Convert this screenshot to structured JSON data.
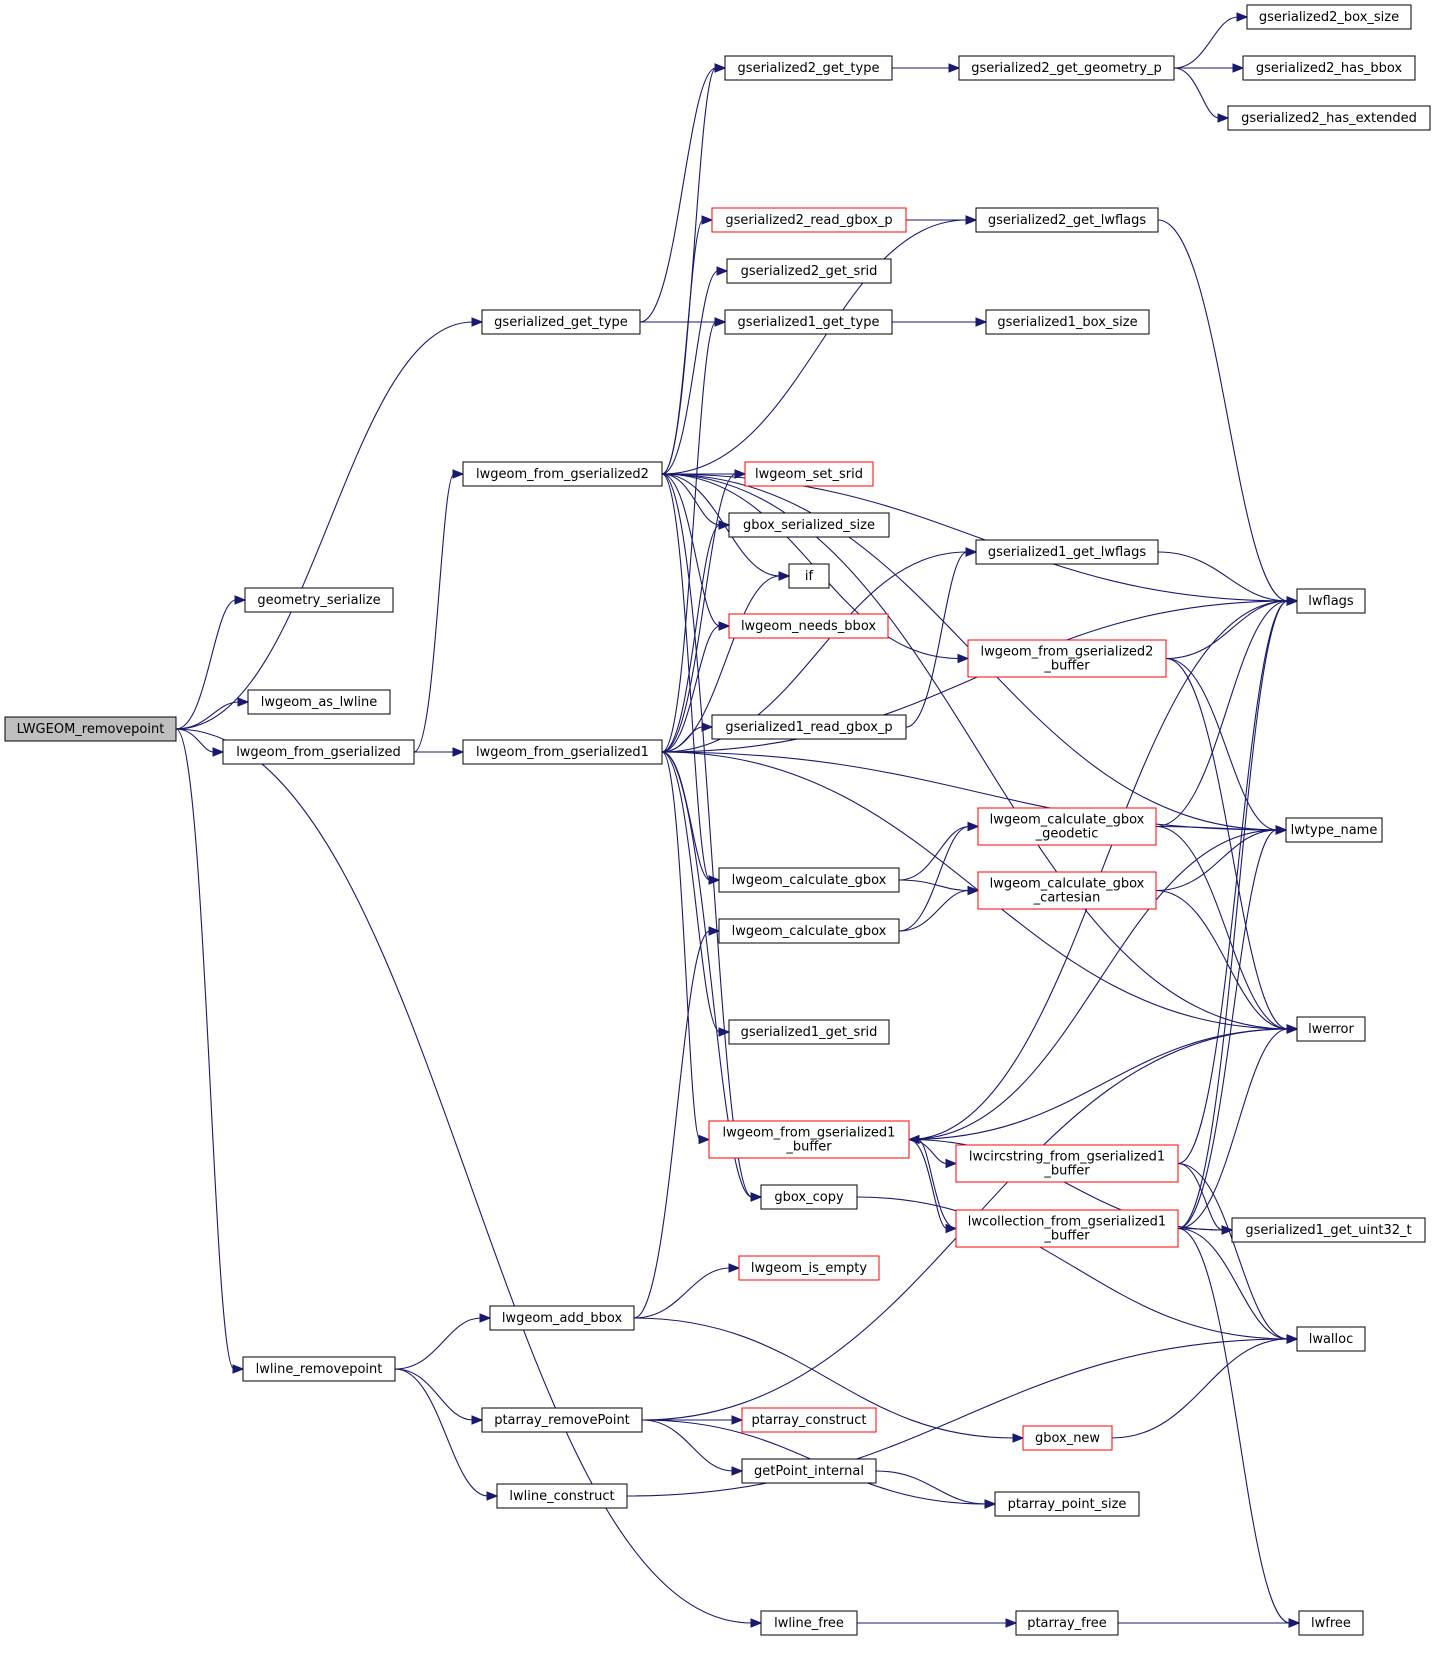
{
  "diagram": {
    "title": "",
    "colors": {
      "edge": "#191970",
      "node_border": "#000000",
      "truncated_border": "#ff0000",
      "root_fill": "#bfbfbf"
    },
    "nodes": {
      "LWGEOM_removepoint": {
        "lines": [
          "LWGEOM_removepoint"
        ],
        "style": "root"
      },
      "geometry_serialize": {
        "lines": [
          "geometry_serialize"
        ]
      },
      "lwgeom_as_lwline": {
        "lines": [
          "lwgeom_as_lwline"
        ]
      },
      "lwgeom_from_gserialized": {
        "lines": [
          "lwgeom_from_gserialized"
        ]
      },
      "lwline_removepoint": {
        "lines": [
          "lwline_removepoint"
        ]
      },
      "gserialized_get_type": {
        "lines": [
          "gserialized_get_type"
        ]
      },
      "lwgeom_from_gserialized2": {
        "lines": [
          "lwgeom_from_gserialized2"
        ]
      },
      "lwgeom_from_gserialized1": {
        "lines": [
          "lwgeom_from_gserialized1"
        ]
      },
      "lwgeom_add_bbox": {
        "lines": [
          "lwgeom_add_bbox"
        ]
      },
      "ptarray_removePoint": {
        "lines": [
          "ptarray_removePoint"
        ]
      },
      "lwline_construct": {
        "lines": [
          "lwline_construct"
        ]
      },
      "gserialized2_get_type": {
        "lines": [
          "gserialized2_get_type"
        ]
      },
      "gserialized2_read_gbox_p": {
        "lines": [
          "gserialized2_read_gbox_p"
        ],
        "style": "red"
      },
      "gserialized2_get_srid": {
        "lines": [
          "gserialized2_get_srid"
        ]
      },
      "gserialized1_get_type": {
        "lines": [
          "gserialized1_get_type"
        ]
      },
      "lwgeom_set_srid": {
        "lines": [
          "lwgeom_set_srid"
        ],
        "style": "red"
      },
      "gbox_serialized_size": {
        "lines": [
          "gbox_serialized_size"
        ]
      },
      "if": {
        "lines": [
          "if"
        ]
      },
      "lwgeom_needs_bbox": {
        "lines": [
          "lwgeom_needs_bbox"
        ],
        "style": "red"
      },
      "gserialized1_read_gbox_p": {
        "lines": [
          "gserialized1_read_gbox_p"
        ]
      },
      "lwgeom_calculate_gbox_a": {
        "lines": [
          "lwgeom_calculate_gbox"
        ]
      },
      "lwgeom_calculate_gbox_b": {
        "lines": [
          "lwgeom_calculate_gbox"
        ]
      },
      "gserialized1_get_srid": {
        "lines": [
          "gserialized1_get_srid"
        ]
      },
      "lwgeom_from_gserialized1_buffer": {
        "lines": [
          "lwgeom_from_gserialized1",
          "_buffer"
        ],
        "style": "red"
      },
      "gbox_copy": {
        "lines": [
          "gbox_copy"
        ]
      },
      "lwgeom_is_empty": {
        "lines": [
          "lwgeom_is_empty"
        ],
        "style": "red"
      },
      "ptarray_construct": {
        "lines": [
          "ptarray_construct"
        ],
        "style": "red"
      },
      "getPoint_internal": {
        "lines": [
          "getPoint_internal"
        ]
      },
      "lwline_free": {
        "lines": [
          "lwline_free"
        ]
      },
      "gserialized2_get_geometry_p": {
        "lines": [
          "gserialized2_get_geometry_p"
        ]
      },
      "gserialized2_get_lwflags": {
        "lines": [
          "gserialized2_get_lwflags"
        ]
      },
      "gserialized1_box_size": {
        "lines": [
          "gserialized1_box_size"
        ]
      },
      "gserialized1_get_lwflags": {
        "lines": [
          "gserialized1_get_lwflags"
        ]
      },
      "lwgeom_from_gserialized2_buffer": {
        "lines": [
          "lwgeom_from_gserialized2",
          "_buffer"
        ],
        "style": "red"
      },
      "lwgeom_calculate_gbox_geodetic": {
        "lines": [
          "lwgeom_calculate_gbox",
          "_geodetic"
        ],
        "style": "red"
      },
      "lwgeom_calculate_gbox_cartesian": {
        "lines": [
          "lwgeom_calculate_gbox",
          "_cartesian"
        ],
        "style": "red"
      },
      "lwcircstring_from_gserialized1_buffer": {
        "lines": [
          "lwcircstring_from_gserialized1",
          "_buffer"
        ],
        "style": "red"
      },
      "lwcollection_from_gserialized1_buffer": {
        "lines": [
          "lwcollection_from_gserialized1",
          "_buffer"
        ],
        "style": "red"
      },
      "gbox_new": {
        "lines": [
          "gbox_new"
        ],
        "style": "red"
      },
      "ptarray_point_size": {
        "lines": [
          "ptarray_point_size"
        ]
      },
      "ptarray_free": {
        "lines": [
          "ptarray_free"
        ]
      },
      "gserialized2_box_size": {
        "lines": [
          "gserialized2_box_size"
        ]
      },
      "gserialized2_has_bbox": {
        "lines": [
          "gserialized2_has_bbox"
        ]
      },
      "gserialized2_has_extended": {
        "lines": [
          "gserialized2_has_extended"
        ]
      },
      "lwflags": {
        "lines": [
          "lwflags"
        ]
      },
      "lwtype_name": {
        "lines": [
          "lwtype_name"
        ]
      },
      "lwerror": {
        "lines": [
          "lwerror"
        ]
      },
      "gserialized1_get_uint32_t": {
        "lines": [
          "gserialized1_get_uint32_t"
        ]
      },
      "lwalloc": {
        "lines": [
          "lwalloc"
        ]
      },
      "lwfree": {
        "lines": [
          "lwfree"
        ]
      }
    },
    "edges": [
      [
        "LWGEOM_removepoint",
        "geometry_serialize"
      ],
      [
        "LWGEOM_removepoint",
        "gserialized_get_type"
      ],
      [
        "LWGEOM_removepoint",
        "lwgeom_as_lwline"
      ],
      [
        "LWGEOM_removepoint",
        "lwgeom_from_gserialized"
      ],
      [
        "LWGEOM_removepoint",
        "lwline_removepoint"
      ],
      [
        "LWGEOM_removepoint",
        "lwline_free"
      ],
      [
        "gserialized_get_type",
        "gserialized2_get_type"
      ],
      [
        "gserialized_get_type",
        "gserialized1_get_type"
      ],
      [
        "lwgeom_from_gserialized",
        "lwgeom_from_gserialized2"
      ],
      [
        "lwgeom_from_gserialized",
        "lwgeom_from_gserialized1"
      ],
      [
        "lwgeom_from_gserialized2",
        "gserialized2_get_type"
      ],
      [
        "lwgeom_from_gserialized2",
        "lwflags"
      ],
      [
        "lwgeom_from_gserialized2",
        "gserialized2_get_lwflags"
      ],
      [
        "lwgeom_from_gserialized2",
        "gserialized2_read_gbox_p"
      ],
      [
        "lwgeom_from_gserialized2",
        "gserialized2_get_srid"
      ],
      [
        "lwgeom_from_gserialized2",
        "lwgeom_set_srid"
      ],
      [
        "lwgeom_from_gserialized2",
        "gbox_serialized_size"
      ],
      [
        "lwgeom_from_gserialized2",
        "if"
      ],
      [
        "lwgeom_from_gserialized2",
        "lwgeom_needs_bbox"
      ],
      [
        "lwgeom_from_gserialized2",
        "lwgeom_from_gserialized2_buffer"
      ],
      [
        "lwgeom_from_gserialized2",
        "lwtype_name"
      ],
      [
        "lwgeom_from_gserialized2",
        "lwgeom_calculate_gbox_a"
      ],
      [
        "lwgeom_from_gserialized2",
        "lwerror"
      ],
      [
        "lwgeom_from_gserialized2",
        "gbox_copy"
      ],
      [
        "lwgeom_from_gserialized1",
        "gserialized1_get_type"
      ],
      [
        "lwgeom_from_gserialized1",
        "lwgeom_set_srid"
      ],
      [
        "lwgeom_from_gserialized1",
        "gbox_serialized_size"
      ],
      [
        "lwgeom_from_gserialized1",
        "if"
      ],
      [
        "lwgeom_from_gserialized1",
        "lwgeom_needs_bbox"
      ],
      [
        "lwgeom_from_gserialized1",
        "gserialized1_get_lwflags"
      ],
      [
        "lwgeom_from_gserialized1",
        "lwflags"
      ],
      [
        "lwgeom_from_gserialized1",
        "gserialized1_read_gbox_p"
      ],
      [
        "lwgeom_from_gserialized1",
        "lwtype_name"
      ],
      [
        "lwgeom_from_gserialized1",
        "lwgeom_calculate_gbox_a"
      ],
      [
        "lwgeom_from_gserialized1",
        "gserialized1_get_srid"
      ],
      [
        "lwgeom_from_gserialized1",
        "lwerror"
      ],
      [
        "lwgeom_from_gserialized1",
        "lwgeom_from_gserialized1_buffer"
      ],
      [
        "lwgeom_from_gserialized1",
        "gbox_copy"
      ],
      [
        "gserialized2_get_type",
        "gserialized2_get_geometry_p"
      ],
      [
        "gserialized2_get_geometry_p",
        "gserialized2_box_size"
      ],
      [
        "gserialized2_get_geometry_p",
        "gserialized2_has_bbox"
      ],
      [
        "gserialized2_get_geometry_p",
        "gserialized2_has_extended"
      ],
      [
        "gserialized2_read_gbox_p",
        "gserialized2_get_lwflags"
      ],
      [
        "gserialized2_get_lwflags",
        "lwflags"
      ],
      [
        "gserialized1_get_type",
        "gserialized1_box_size"
      ],
      [
        "gserialized1_get_lwflags",
        "lwflags"
      ],
      [
        "gserialized1_read_gbox_p",
        "gserialized1_get_lwflags"
      ],
      [
        "lwgeom_from_gserialized2_buffer",
        "lwflags"
      ],
      [
        "lwgeom_from_gserialized2_buffer",
        "lwtype_name"
      ],
      [
        "lwgeom_from_gserialized2_buffer",
        "lwerror"
      ],
      [
        "lwgeom_calculate_gbox_a",
        "lwgeom_calculate_gbox_geodetic"
      ],
      [
        "lwgeom_calculate_gbox_a",
        "lwgeom_calculate_gbox_cartesian"
      ],
      [
        "lwgeom_calculate_gbox_b",
        "lwgeom_calculate_gbox_geodetic"
      ],
      [
        "lwgeom_calculate_gbox_b",
        "lwgeom_calculate_gbox_cartesian"
      ],
      [
        "lwgeom_calculate_gbox_geodetic",
        "lwtype_name"
      ],
      [
        "lwgeom_calculate_gbox_geodetic",
        "lwflags"
      ],
      [
        "lwgeom_calculate_gbox_geodetic",
        "lwerror"
      ],
      [
        "lwgeom_calculate_gbox_cartesian",
        "lwtype_name"
      ],
      [
        "lwgeom_calculate_gbox_cartesian",
        "lwerror"
      ],
      [
        "lwgeom_from_gserialized1_buffer",
        "lwflags"
      ],
      [
        "lwgeom_from_gserialized1_buffer",
        "lwtype_name"
      ],
      [
        "lwgeom_from_gserialized1_buffer",
        "lwerror"
      ],
      [
        "lwgeom_from_gserialized1_buffer",
        "lwcircstring_from_gserialized1_buffer"
      ],
      [
        "lwgeom_from_gserialized1_buffer",
        "lwcollection_from_gserialized1_buffer"
      ],
      [
        "lwgeom_from_gserialized1_buffer",
        "gserialized1_get_uint32_t"
      ],
      [
        "lwcircstring_from_gserialized1_buffer",
        "lwflags"
      ],
      [
        "lwcircstring_from_gserialized1_buffer",
        "gserialized1_get_uint32_t"
      ],
      [
        "lwcircstring_from_gserialized1_buffer",
        "lwalloc"
      ],
      [
        "lwcollection_from_gserialized1_buffer",
        "lwgeom_from_gserialized1_buffer"
      ],
      [
        "lwcollection_from_gserialized1_buffer",
        "gserialized1_get_uint32_t"
      ],
      [
        "lwcollection_from_gserialized1_buffer",
        "lwflags"
      ],
      [
        "lwcollection_from_gserialized1_buffer",
        "lwtype_name"
      ],
      [
        "lwcollection_from_gserialized1_buffer",
        "lwerror"
      ],
      [
        "lwcollection_from_gserialized1_buffer",
        "lwalloc"
      ],
      [
        "lwcollection_from_gserialized1_buffer",
        "lwfree"
      ],
      [
        "gbox_copy",
        "lwalloc"
      ],
      [
        "lwline_removepoint",
        "lwgeom_add_bbox"
      ],
      [
        "lwline_removepoint",
        "ptarray_removePoint"
      ],
      [
        "lwline_removepoint",
        "lwline_construct"
      ],
      [
        "lwgeom_add_bbox",
        "lwgeom_is_empty"
      ],
      [
        "lwgeom_add_bbox",
        "lwgeom_calculate_gbox_b"
      ],
      [
        "lwgeom_add_bbox",
        "gbox_new"
      ],
      [
        "gbox_new",
        "lwalloc"
      ],
      [
        "ptarray_removePoint",
        "ptarray_construct"
      ],
      [
        "ptarray_removePoint",
        "getPoint_internal"
      ],
      [
        "ptarray_removePoint",
        "ptarray_point_size"
      ],
      [
        "ptarray_removePoint",
        "lwerror"
      ],
      [
        "getPoint_internal",
        "ptarray_point_size"
      ],
      [
        "lwline_construct",
        "lwalloc"
      ],
      [
        "lwline_free",
        "ptarray_free"
      ],
      [
        "lwline_free",
        "lwfree"
      ],
      [
        "ptarray_free",
        "lwfree"
      ]
    ]
  }
}
